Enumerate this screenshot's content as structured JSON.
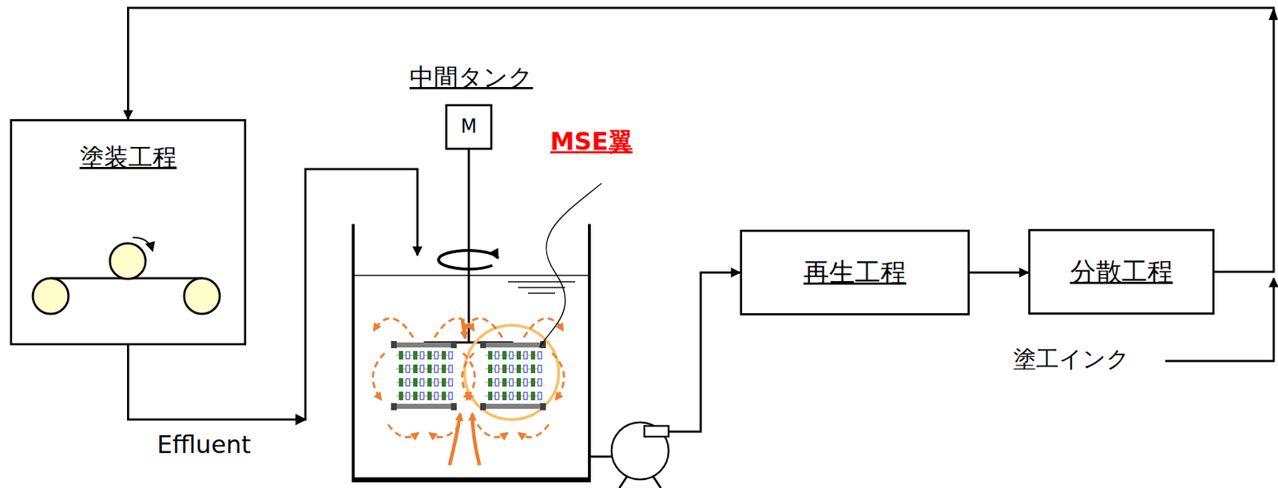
{
  "diagram": {
    "nodes": [
      {
        "text": [
          "塗装工程"
        ]
      },
      {
        "text": [
          "中間タンク"
        ]
      },
      {
        "text": [
          "M"
        ]
      },
      {
        "text": [
          "再生工程"
        ]
      },
      {
        "text": [
          "分散工程"
        ]
      }
    ],
    "edges": [
      {
        "from": 0,
        "to": 1,
        "arrow": "to",
        "label": "Effluent"
      },
      {
        "from": 1,
        "to": 3,
        "arrow": "to"
      },
      {
        "from": 3,
        "to": 4,
        "arrow": "to"
      },
      {
        "from": 4,
        "to": 0,
        "arrow": "to"
      }
    ],
    "labels": [
      "MSE翼",
      "塗工インク"
    ]
  }
}
